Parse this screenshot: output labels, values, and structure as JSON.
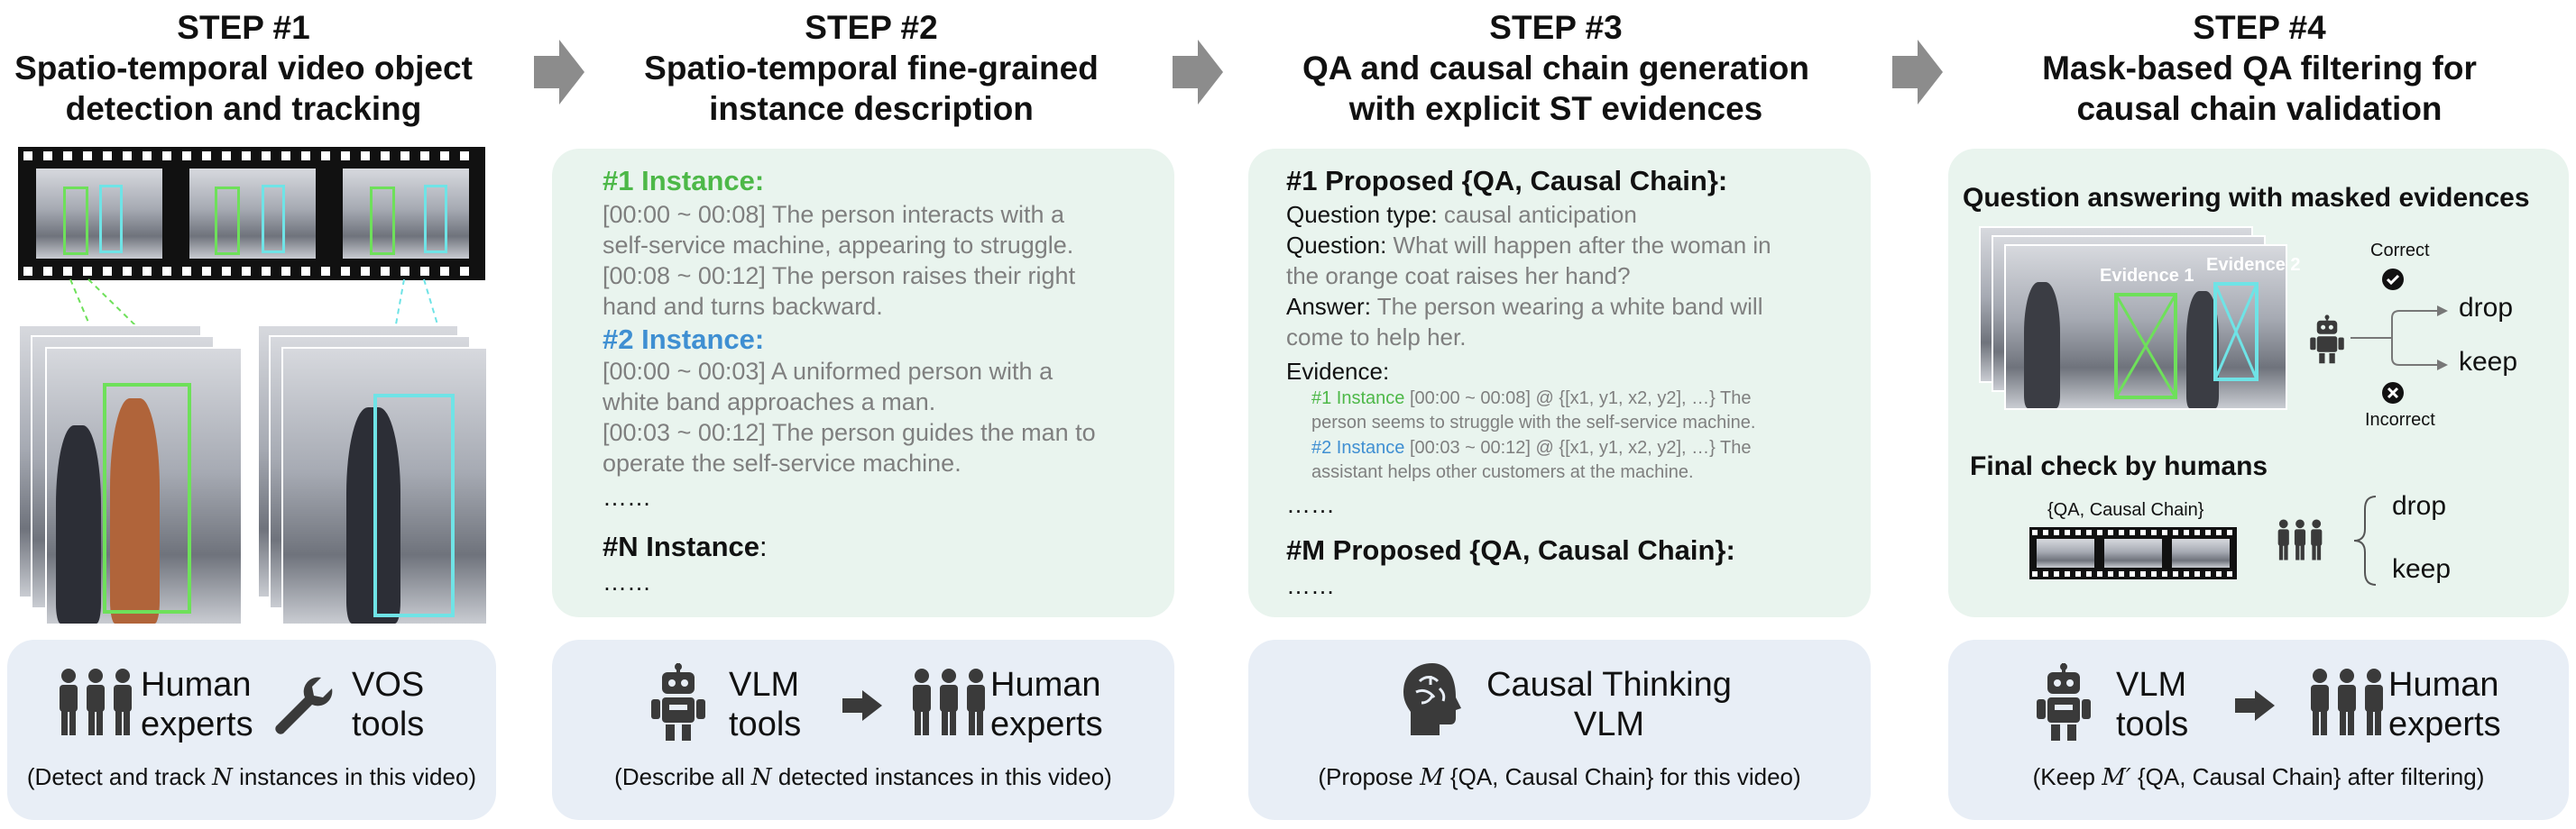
{
  "steps": [
    {
      "label": "STEP #1",
      "title_line1": "Spatio-temporal video object",
      "title_line2": "detection and tracking"
    },
    {
      "label": "STEP #2",
      "title_line1": "Spatio-temporal fine-grained",
      "title_line2": "instance description"
    },
    {
      "label": "STEP #3",
      "title_line1": "QA and causal chain generation",
      "title_line2": "with explicit ST evidences"
    },
    {
      "label": "STEP #4",
      "title_line1": "Mask-based QA filtering for",
      "title_line2": "causal chain validation"
    }
  ],
  "step1": {
    "actors": {
      "human": "Human\nexperts",
      "vos": "VOS\ntools"
    },
    "desc_pre": "(Detect and track ",
    "desc_var": "N",
    "desc_post": " instances in this video)"
  },
  "step2": {
    "instance1_title": "#1 Instance:",
    "instance1_lines": [
      "[00:00 ~ 00:08] The person interacts with a",
      "self-service machine, appearing to struggle.",
      "[00:08 ~ 00:12] The person raises their right",
      "hand and turns backward."
    ],
    "instance2_title": "#2 Instance:",
    "instance2_lines": [
      "[00:00 ~ 00:03] A uniformed person with a",
      "white band approaches a man.",
      "[00:03 ~ 00:12] The person guides the man to",
      "operate the self-service machine."
    ],
    "ellipsis": "……",
    "instanceN_prefix": "#N Instance",
    "instanceN_colon": ":",
    "ellipsis2": "……",
    "actors": {
      "vlm": "VLM\ntools",
      "human": "Human\nexperts"
    },
    "desc_pre": "(Describe all ",
    "desc_var": "N",
    "desc_post": " detected instances in this video)"
  },
  "step3": {
    "proposal1_title": "#1 Proposed {QA, Causal Chain}:",
    "qtype_label": "Question type: ",
    "qtype_value": "causal anticipation",
    "question_label": "Question: ",
    "question_line1": "What will happen after the woman in",
    "question_line2": "the orange coat raises her hand?",
    "answer_label": "Answer: ",
    "answer_line1": "The person wearing a white band will",
    "answer_line2": "come to help her.",
    "evidence_label": "Evidence:",
    "ev1_tag": "#1 Instance",
    "ev1_line1": " [00:00 ~ 00:08] @ {[x1, y1, x2, y2], …} The",
    "ev1_line2": "person seems to struggle with the self-service machine.",
    "ev2_tag": "#2 Instance",
    "ev2_line1": " [00:03 ~ 00:12] @ {[x1, y1, x2, y2], …} The",
    "ev2_line2": "assistant helps other customers at the machine.",
    "ellipsis": "……",
    "proposalM_title": "#M Proposed {QA, Causal Chain}:",
    "ellipsis2": "……",
    "actor": "Causal Thinking\nVLM",
    "desc_pre": "(Propose ",
    "desc_var": "M",
    "desc_post": " {QA, Causal Chain} for this video)"
  },
  "step4": {
    "qa_title": "Question answering with masked evidences",
    "evidence1": "Evidence 1",
    "evidence2": "Evidence 2",
    "correct": "Correct",
    "incorrect": "Incorrect",
    "drop1": "drop",
    "keep1": "keep",
    "final_title": "Final check by humans",
    "film_label": "{QA, Causal Chain}",
    "drop2": "drop",
    "keep2": "keep",
    "actors": {
      "vlm": "VLM\ntools",
      "human": "Human\nexperts"
    },
    "desc_pre": "(Keep ",
    "desc_var": "M′",
    "desc_post": " {QA, Causal Chain} after filtering)"
  },
  "colors": {
    "green_panel": "#e9f4ee",
    "blue_panel": "#e8eef6",
    "instance_green": "#4db848",
    "instance_blue": "#3f8fd2",
    "grey_text": "#7f7f7f",
    "arrow_grey": "#8c8c8c"
  }
}
